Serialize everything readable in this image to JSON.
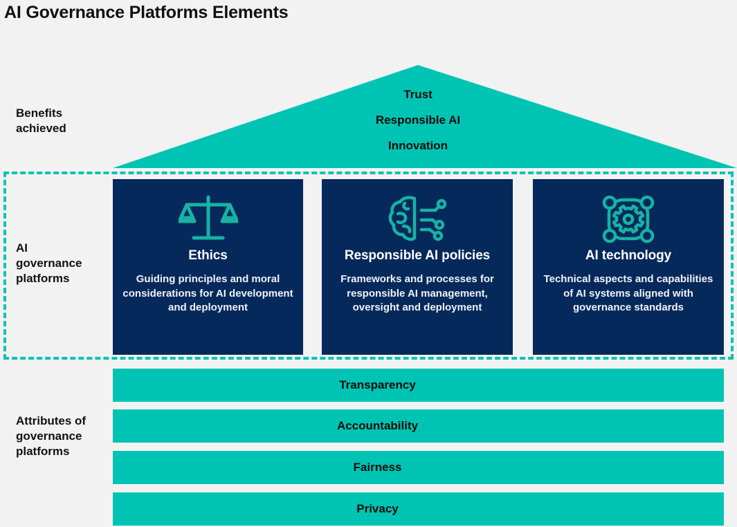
{
  "page": {
    "title": "AI Governance Platforms Elements",
    "background_color": "#f2f2f2",
    "accent_teal": "#00c4b3",
    "card_navy": "#06295c",
    "text_dark": "#111111"
  },
  "rows": {
    "benefits": {
      "label": "Benefits\nachieved",
      "label_line_1": "Benefits",
      "label_line_2": "achieved",
      "roof_items": [
        "Trust",
        "Responsible AI",
        "Innovation"
      ]
    },
    "platforms": {
      "label_line_1": "AI",
      "label_line_2": "governance",
      "label_line_3": "platforms",
      "cards": [
        {
          "icon": "scales-of-justice-icon",
          "title": "Ethics",
          "body": "Guiding principles and moral considerations for AI development and deployment"
        },
        {
          "icon": "brain-circuit-icon",
          "title": "Responsible AI policies",
          "body": "Frameworks and processes for responsible AI management, oversight and deployment"
        },
        {
          "icon": "gear-network-icon",
          "title": "AI technology",
          "body": "Technical aspects and capabilities of AI systems aligned with governance standards"
        }
      ]
    },
    "attributes": {
      "label_line_1": "Attributes of",
      "label_line_2": "governance",
      "label_line_3": "platforms",
      "bars": [
        "Transparency",
        "Accountability",
        "Fairness",
        "Privacy"
      ]
    }
  }
}
